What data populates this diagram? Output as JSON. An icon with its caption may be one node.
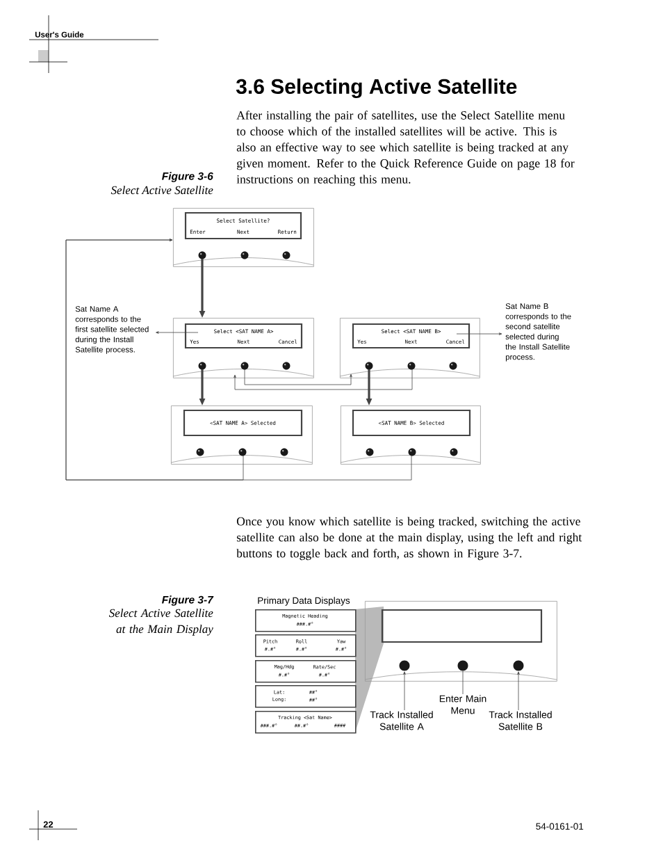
{
  "diagram": {
    "title": "3.6    Selecting Active Satellite",
    "nodes": [
      {
        "text": [
          "Select Satellite?",
          "Enter",
          "Next",
          "Return"
        ]
      },
      {
        "text": [
          "Select <SAT NAME A>",
          "Yes",
          "Next",
          "Cancel"
        ]
      },
      {
        "text": [
          "Select <SAT NAME B>",
          "Yes",
          "Next",
          "Cancel"
        ]
      },
      {
        "text": [
          "<SAT NAME A> Selected"
        ]
      },
      {
        "text": [
          "<SAT NAME B> Selected"
        ]
      },
      {
        "text": [
          "Sat Name A corresponds to the first satellite selected during the Install Satellite process."
        ]
      },
      {
        "text": [
          "Sat Name B corresponds to the second satellite selected during the Install Satellite process."
        ]
      },
      {
        "text": [],
        "shape": "box"
      },
      {
        "text": [],
        "shape": "circle",
        "in": 7
      },
      {
        "text": [],
        "shape": "circle",
        "in": 7
      },
      {
        "text": [],
        "shape": "circle",
        "in": 7
      },
      {
        "text": [
          "Track Installed Satellite A"
        ]
      },
      {
        "text": [
          "Enter Main Menu"
        ]
      },
      {
        "text": [
          "Track Installed Satellite B"
        ]
      },
      {
        "text": [
          "Magnetic Heading",
          "###.#°"
        ]
      },
      {
        "text": [
          "Pitch",
          "Roll",
          "Yaw",
          "#.#°",
          "#.#°",
          "#.#°"
        ]
      },
      {
        "text": [
          "Mag/Hdg",
          "Rate/Sec",
          "#.#°",
          "#.#°"
        ]
      },
      {
        "text": [
          "Lat:",
          "##°",
          "Long:",
          "##°"
        ]
      },
      {
        "text": [
          "Tracking <Sat Name>",
          "###.#°",
          "##.#°",
          "####"
        ]
      }
    ],
    "edges": [
      {
        "from": 0,
        "to": 1,
        "arrow": "to",
        "style": "thick"
      },
      {
        "from": 1,
        "to": 3,
        "arrow": "to",
        "style": "thick"
      },
      {
        "from": 2,
        "to": 4,
        "arrow": "to",
        "style": "thick"
      },
      {
        "from": 1,
        "to": 2,
        "arrow": "to"
      },
      {
        "from": 2,
        "to": 1,
        "arrow": "to"
      },
      {
        "from": 3,
        "to": 0,
        "arrow": "to"
      },
      {
        "from": 4,
        "to": 0,
        "arrow": "to"
      },
      {
        "from": 1,
        "to": 5,
        "arrow": "to"
      },
      {
        "from": 2,
        "to": 6,
        "arrow": "to"
      },
      {
        "from": 11,
        "to": 8,
        "arrow": "to"
      },
      {
        "from": 12,
        "to": 9,
        "arrow": "none"
      },
      {
        "from": 13,
        "to": 10,
        "arrow": "to"
      }
    ],
    "labels": [
      "User's Guide",
      "After installing the pair of satellites, use the Select Satellite menu to choose which of the installed satellites will be active. This is also an effective way to see which satellite is being tracked at any given moment. Refer to the Quick Reference Guide on page 18 for instructions on reaching this menu.",
      "Figure 3-6",
      "Select Active Satellite",
      "Once you know which satellite is being tracked, switching the active satellite can also be done at the main display, using the left and right buttons to toggle back and forth, as shown in Figure 3-7.",
      "Figure 3-7",
      "Select Active Satellite at the Main Display",
      "Primary Data Displays",
      "22",
      "54-0161-01"
    ]
  }
}
